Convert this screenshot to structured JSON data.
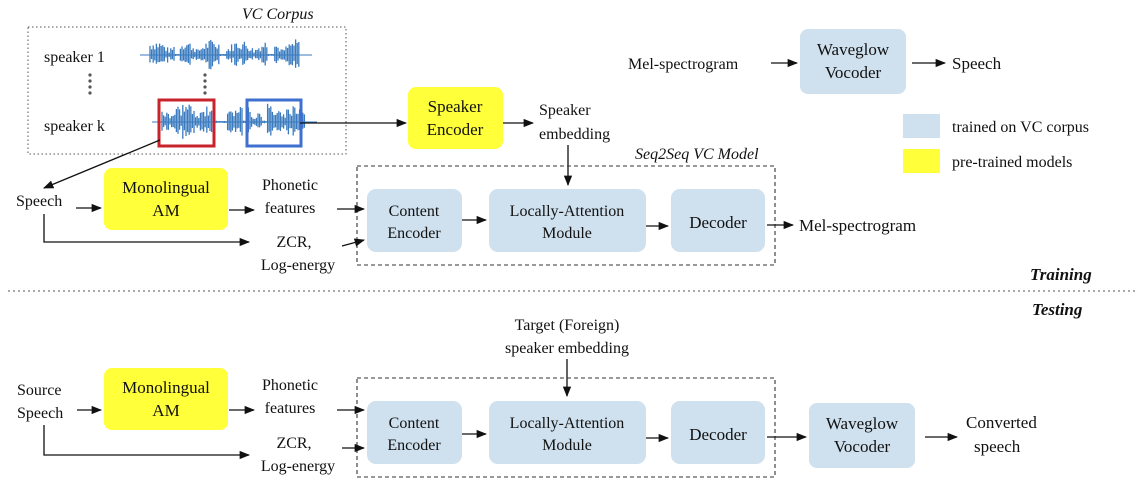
{
  "colors": {
    "trained_box": "#cfe0ee",
    "pretrained_box": "#ffff3a",
    "waveform": "#3a7bbf",
    "highlight_red": "#c8232c",
    "highlight_blue": "#3f6fcf"
  },
  "corpus": {
    "title": "VC Corpus",
    "speaker_first": "speaker 1",
    "speaker_last": "speaker k"
  },
  "vocoder_top": {
    "input": "Mel-spectrogram",
    "box_line1": "Waveglow",
    "box_line2": "Vocoder",
    "output": "Speech"
  },
  "speaker_encoder": {
    "line1": "Speaker",
    "line2": "Encoder",
    "out_line1": "Speaker",
    "out_line2": "embedding"
  },
  "legend": {
    "trained": "trained on VC corpus",
    "pretrained": "pre-trained models"
  },
  "training": {
    "section_label": "Training",
    "model_label": "Seq2Seq VC Model",
    "input": "Speech",
    "am_line1": "Monolingual",
    "am_line2": "AM",
    "phonetic_line1": "Phonetic",
    "phonetic_line2": "features",
    "zcr_line1": "ZCR,",
    "zcr_line2": "Log-energy",
    "content_line1": "Content",
    "content_line2": "Encoder",
    "attention_line1": "Locally-Attention",
    "attention_line2": "Module",
    "decoder": "Decoder",
    "output": "Mel-spectrogram"
  },
  "testing": {
    "section_label": "Testing",
    "target_line1": "Target (Foreign)",
    "target_line2": "speaker embedding",
    "input_line1": "Source",
    "input_line2": "Speech",
    "am_line1": "Monolingual",
    "am_line2": "AM",
    "phonetic_line1": "Phonetic",
    "phonetic_line2": "features",
    "zcr_line1": "ZCR,",
    "zcr_line2": "Log-energy",
    "content_line1": "Content",
    "content_line2": "Encoder",
    "attention_line1": "Locally-Attention",
    "attention_line2": "Module",
    "decoder": "Decoder",
    "vocoder_line1": "Waveglow",
    "vocoder_line2": "Vocoder",
    "output_line1": "Converted",
    "output_line2": "speech"
  }
}
